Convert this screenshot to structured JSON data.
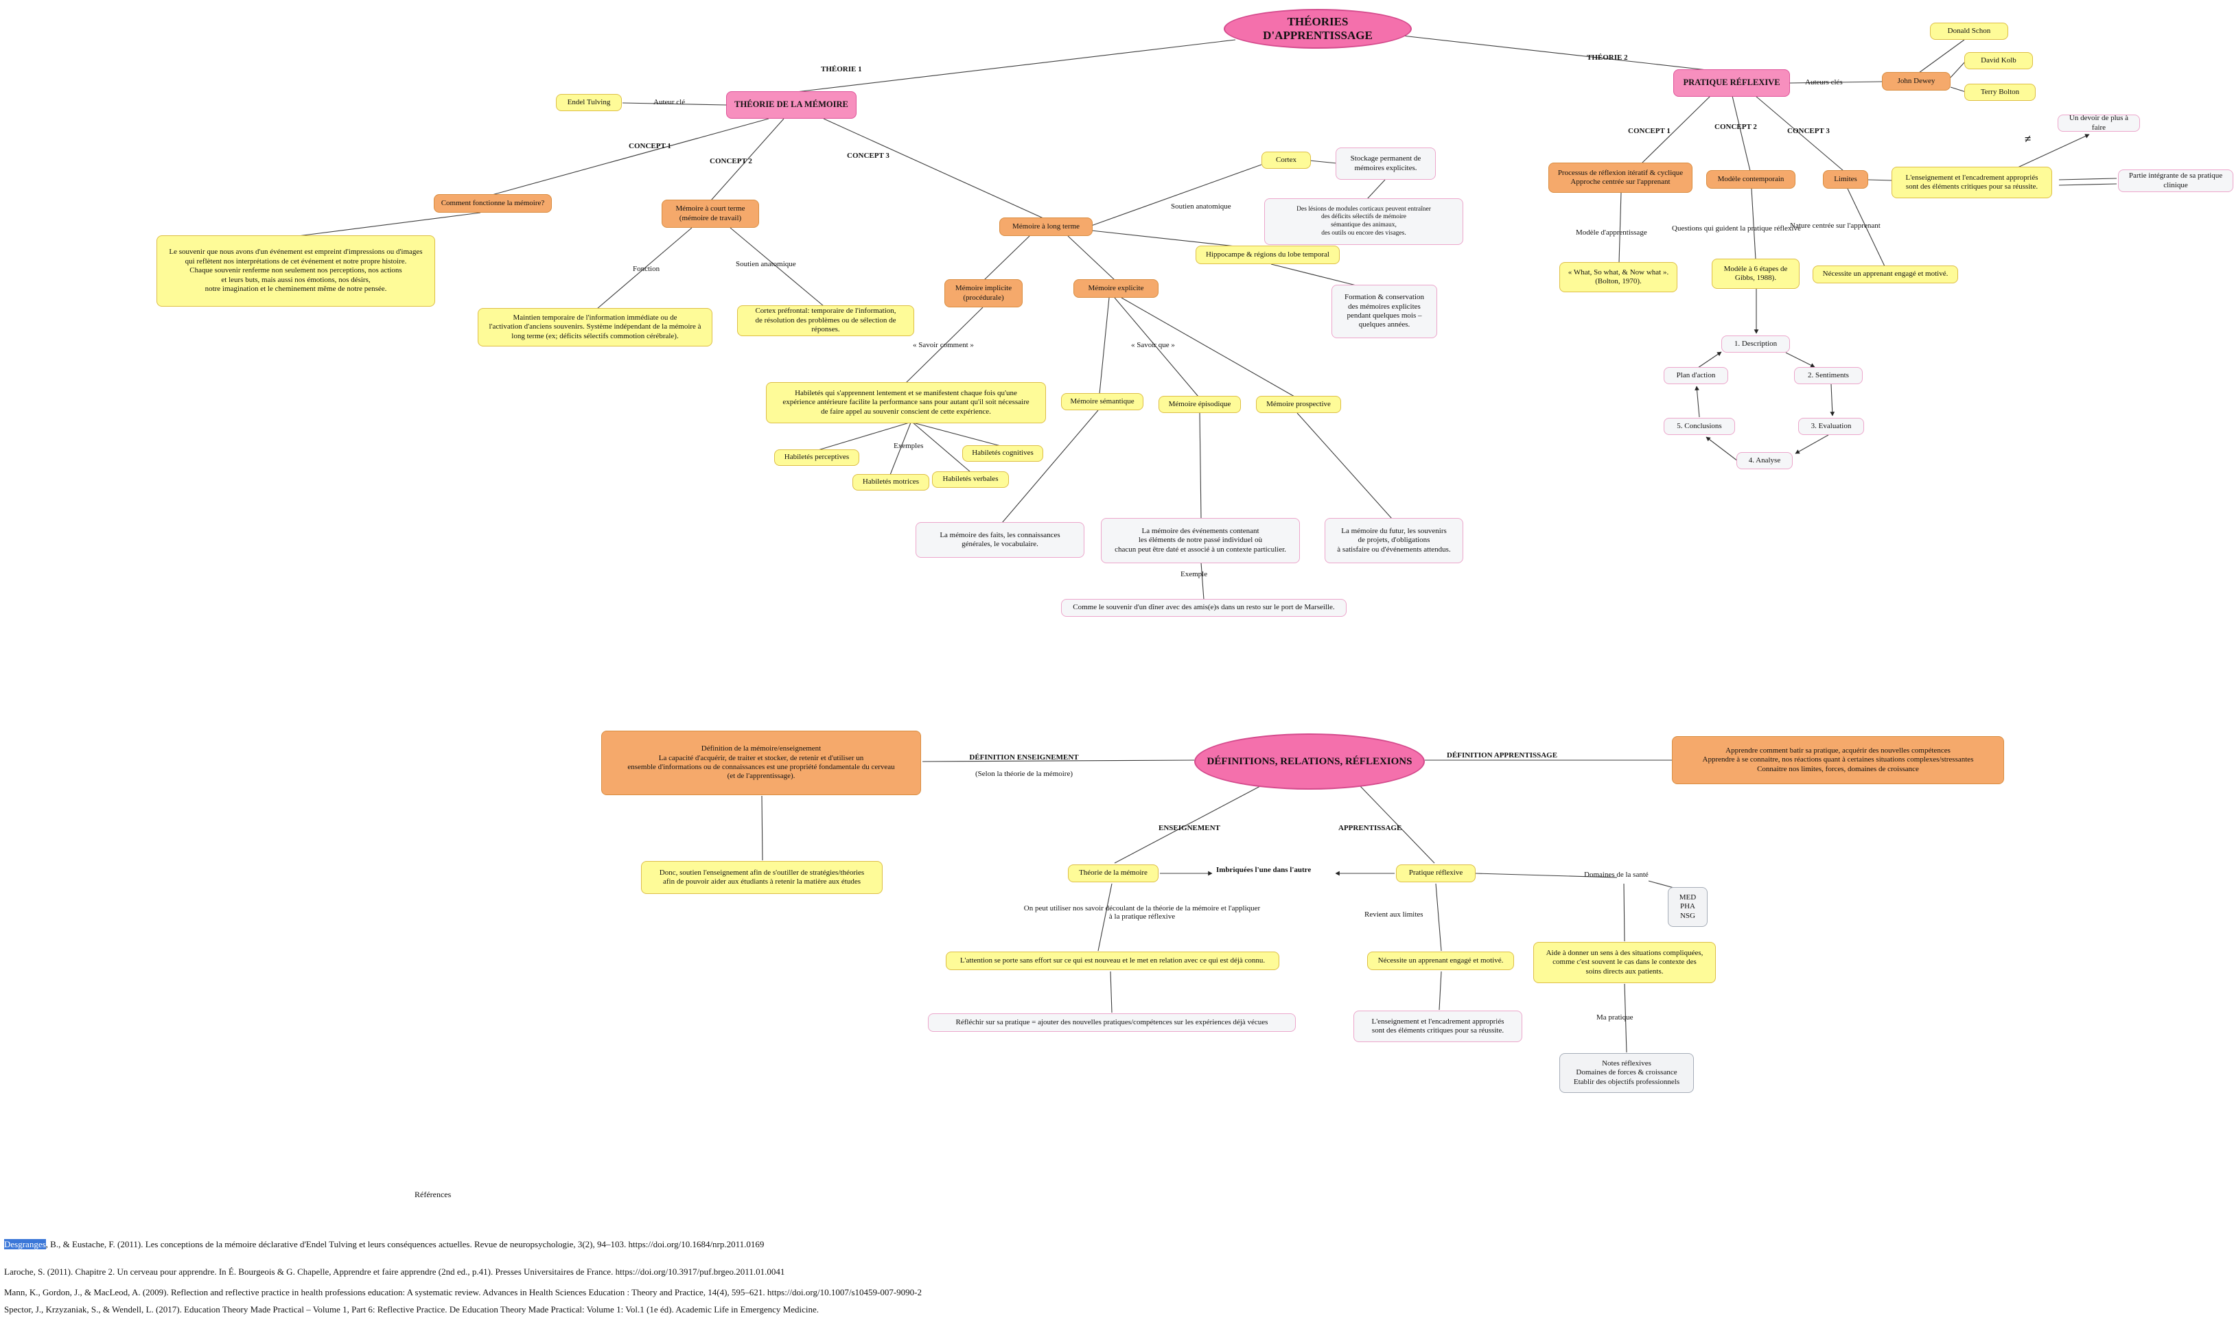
{
  "title": {
    "root": "THÉORIES D'APPRENTISSAGE",
    "bottom": "DÉFINITIONS, RELATIONS, RÉFLEXIONS"
  },
  "labels": {
    "theorie1": "THÉORIE 1",
    "theorie2": "THÉORIE 2",
    "auteur_cle": "Auteur clé",
    "auteurs_cles": "Auteurs clés",
    "concept1": "CONCEPT 1",
    "concept2": "CONCEPT 2",
    "concept3": "CONCEPT 3",
    "fonction": "Fonction",
    "soutien_anatomique": "Soutien anatomique",
    "savoir_comment": "« Savoir comment »",
    "savoir_que": "« Savoir que »",
    "exemples": "Exemples",
    "exemple": "Exemple",
    "modele_apprentissage": "Modèle d'apprentissage",
    "questions_guident": "Questions qui guident la pratique réflexive",
    "nature_centree": "Nature centrée sur l'apprenant",
    "neq": "≠",
    "def_enseignement": "DÉFINITION ENSEIGNEMENT",
    "def_enseignement_sub": "(Selon la théorie de la mémoire)",
    "def_apprentissage": "DÉFINITION APPRENTISSAGE",
    "enseignement": "ENSEIGNEMENT",
    "apprentissage": "APPRENTISSAGE",
    "imbriquees": "Imbriquées l'une dans l'autre",
    "on_peut": "On peut utiliser nos savoir découlant de la théorie de la mémoire et l'appliquer\nà la pratique réflexive",
    "revient": "Revient aux limites",
    "domaines": "Domaines de la santé",
    "ma_pratique": "Ma pratique",
    "references": "Références"
  },
  "nodes": {
    "endel_tulving": "Endel Tulving",
    "theorie_memoire": "THÉORIE DE LA MÉMOIRE",
    "comment_fonctionne": "Comment fonctionne la mémoire?",
    "souvenir": "Le souvenir que nous avons d'un événement est empreint d'impressions ou d'images\nqui reflètent nos interprétations de cet événement et notre propre histoire.\nChaque souvenir renferme non seulement nos perceptions, nos actions\net leurs buts, mais aussi nos émotions, nos désirs,\nnotre imagination et le cheminement même de notre pensée.",
    "memoire_court_terme": "Mémoire à court terme\n(mémoire de travail)",
    "maintien": "Maintien temporaire de l'information immédiate ou de\nl'activation d'anciens souvenirs. Système indépendant de la mémoire à\nlong terme (ex; déficits sélectifs commotion cérébrale).",
    "cortex_prefrontal": "Cortex préfrontal: temporaire de l'information,\nde résolution des problèmes ou de sélection de réponses.",
    "memoire_long_terme": "Mémoire à long terme",
    "memoire_implicite": "Mémoire implicite\n(procédurale)",
    "memoire_explicite": "Mémoire explicite",
    "cortex": "Cortex",
    "stockage": "Stockage permanent de\nmémoires explicites.",
    "lesions": "Des lésions de modules corticaux peuvent entraîner\ndes déficits sélectifs de mémoire\nsémantique des animaux,\ndes outils ou encore des visages.",
    "hippocampe": "Hippocampe & régions du lobe temporal",
    "formation": "Formation & conservation\ndes mémoires explicites\npendant quelques mois –\nquelques années.",
    "habiletes": "Habiletés qui s'apprennent lentement et se manifestent chaque fois qu'une\nexpérience antérieure facilite la performance sans pour autant qu'il soit nécessaire\nde faire appel au souvenir conscient de cette expérience.",
    "hab_perceptives": "Habiletés perceptives",
    "hab_cognitives": "Habiletés cognitives",
    "hab_motrices": "Habiletés motrices",
    "hab_verbales": "Habiletés verbales",
    "mem_semantique": "Mémoire sémantique",
    "mem_episodique": "Mémoire épisodique",
    "mem_prospective": "Mémoire prospective",
    "faits": "La mémoire des faits, les connaissances\ngénérales, le vocabulaire.",
    "evenements": "La mémoire des  événements contenant\nles éléments de notre passé individuel où\nchacun peut être daté et associé à un contexte particulier.",
    "souvenir_diner": "Comme le souvenir d'un dîner avec des amis(e)s dans un resto sur le port de Marseille.",
    "futur": "La mémoire du futur, les souvenirs\nde projets, d'obligations\nà satisfaire ou d'événements attendus.",
    "pratique_reflexive": "PRATIQUE RÉFLEXIVE",
    "john_dewey": "John Dewey",
    "donald_schon": "Donald Schon",
    "david_kolb": "David Kolb",
    "terry_bolton": "Terry Bolton",
    "processus": "Processus de réflexion itératif & cyclique\nApproche centrée sur l'apprenant",
    "modele_contemporain": "Modèle contemporain",
    "limites": "Limites",
    "enseignement_encadrement": "L'enseignement et l'encadrement appropriés\nsont des éléments critiques pour sa réussite.",
    "devoir": "Un devoir de plus à faire",
    "partie_integrante": "Partie intégrante de sa pratique clinique",
    "what_so_what": "« What, So what, & Now what ».\n(Bolton, 1970).",
    "gibbs": "Modèle à 6 étapes de\nGibbs, 1988).",
    "necessite_r": "Nécessite un apprenant engagé et motivé.",
    "cycle1": "1. Description",
    "cycle2": "2. Sentiments",
    "cycle3": "3. Evaluation",
    "cycle4": "4. Analyse",
    "cycle5": "5. Conclusions",
    "cycle6": "Plan d'action",
    "def_memoire": "Définition de la mémoire/enseignement\nLa capacité d'acquérir, de traiter et stocker, de retenir et d'utiliser un\nensemble d'informations ou de connaissances est une propriété fondamentale du cerveau\n(et de l'apprentissage).",
    "apprendre": "Apprendre comment batir sa pratique, acquérir des nouvelles compétences\nApprendre à se connaitre,  nos réactions quant à certaines situations complexes/stressantes\nConnaitre nos limites, forces, domaines de croissance",
    "donc": "Donc, soutien l'enseignement afin de s'outiller de stratégies/théories\nafin de pouvoir aider aux étudiants à retenir la matière aux études",
    "theorie_memoire_small": "Théorie de la mémoire",
    "pratique_reflexive_small": "Pratique réflexive",
    "attention": "L'attention se porte sans effort sur ce qui est nouveau et le met en relation avec ce qui est déjà connu.",
    "reflechir": "Réfléchir sur sa pratique = ajouter des nouvelles pratiques/compétences sur les expériences déjà vécues",
    "necessite_b": "Nécessite un apprenant engagé et motivé.",
    "enseignement_encadrement_b": "L'enseignement et l'encadrement appropriés\nsont des éléments critiques pour sa réussite.",
    "med": "MED\nPHA\nNSG",
    "aide": "Aide à donner un sens à des situations compliquées,\ncomme c'est souvent le cas dans le contexte des\nsoins directs aux patients.",
    "notes": "Notes réflexives\nDomaines de forces & croissance\nEtablir des objectifs professionnels"
  },
  "references": {
    "title": "Références",
    "r1_highlight": "Desgranges",
    "r1_rest": ", B., & Eustache, F. (2011). Les conceptions de la mémoire déclarative d'Endel Tulving et leurs conséquences actuelles. Revue de neuropsychologie, 3(2), 94–103. https://doi.org/10.1684/nrp.2011.0169",
    "r2": "Laroche, S. (2011). Chapitre 2. Un cerveau pour apprendre. In É. Bourgeois & G. Chapelle, Apprendre et faire apprendre (2nd ed., p.41). Presses Universitaires de France. https://doi.org/10.3917/puf.brgeo.2011.01.0041",
    "r3": "Mann, K., Gordon, J., & MacLeod, A. (2009). Reflection and reflective practice in health professions education: A systematic review. Advances in Health Sciences Education : Theory and Practice, 14(4), 595–621. https://doi.org/10.1007/s10459-007-9090-2",
    "r4": "Spector, J., Krzyzaniak, S., & Wendell, L. (2017). Education Theory Made Practical – Volume 1, Part 6: Reflective Practice. De Education Theory Made Practical: Volume 1: Vol.1 (1e éd). Academic Life in Emergency Medicine."
  },
  "colors": {
    "pink": "#F78FBE",
    "orange": "#F5A96B",
    "yellow": "#FEFB98",
    "highlight_blue": "#3B77D8"
  }
}
